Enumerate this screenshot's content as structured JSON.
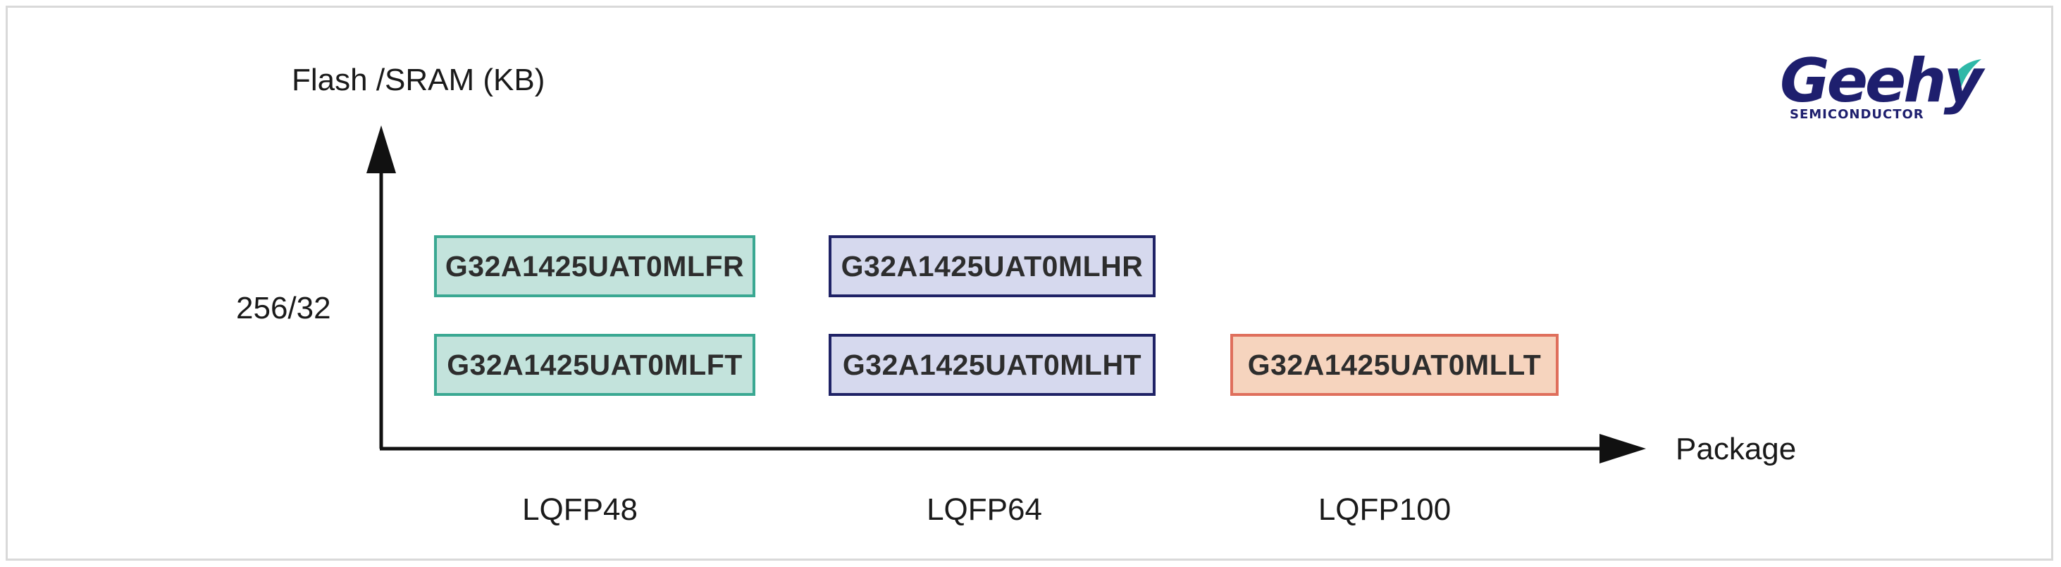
{
  "logo": {
    "wordmark": "Geehy",
    "tagline": "SEMICONDUCTOR",
    "brand_color": "#1e1f6e",
    "accent_color": "#2fb8a8"
  },
  "axes": {
    "y_title": "Flash /SRAM (KB)",
    "y_ticks": [
      "256/32"
    ],
    "x_title": "Package",
    "x_ticks": [
      "LQFP48",
      "LQFP64",
      "LQFP100"
    ]
  },
  "parts": {
    "lqfp48_r": {
      "label": "G32A1425UAT0MLFR",
      "package": "LQFP48",
      "memory": "256/32",
      "fill": "#c3e3dc",
      "border": "#3aa892"
    },
    "lqfp48_t": {
      "label": "G32A1425UAT0MLFT",
      "package": "LQFP48",
      "memory": "256/32",
      "fill": "#c3e3dc",
      "border": "#3aa892"
    },
    "lqfp64_r": {
      "label": "G32A1425UAT0MLHR",
      "package": "LQFP64",
      "memory": "256/32",
      "fill": "#d6d9ee",
      "border": "#1f2266"
    },
    "lqfp64_t": {
      "label": "G32A1425UAT0MLHT",
      "package": "LQFP64",
      "memory": "256/32",
      "fill": "#d6d9ee",
      "border": "#1f2266"
    },
    "lqfp100_t": {
      "label": "G32A1425UAT0MLLT",
      "package": "LQFP100",
      "memory": "256/32",
      "fill": "#f6d4be",
      "border": "#df6f5c"
    }
  }
}
